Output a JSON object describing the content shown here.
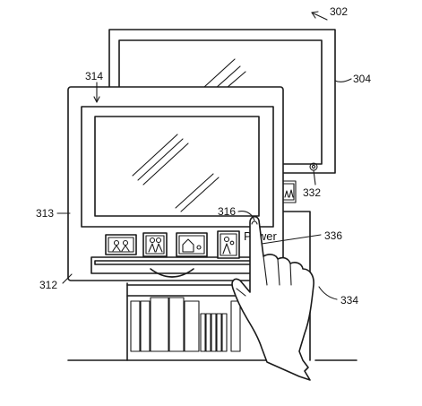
{
  "figure": {
    "labels": {
      "system": "302",
      "tv": "304",
      "bezel": "312",
      "display": "313",
      "top_screen": "314",
      "tap_point": "316",
      "tv_button": "332",
      "hand": "334",
      "power_control": "336"
    },
    "power_text": "Power"
  }
}
